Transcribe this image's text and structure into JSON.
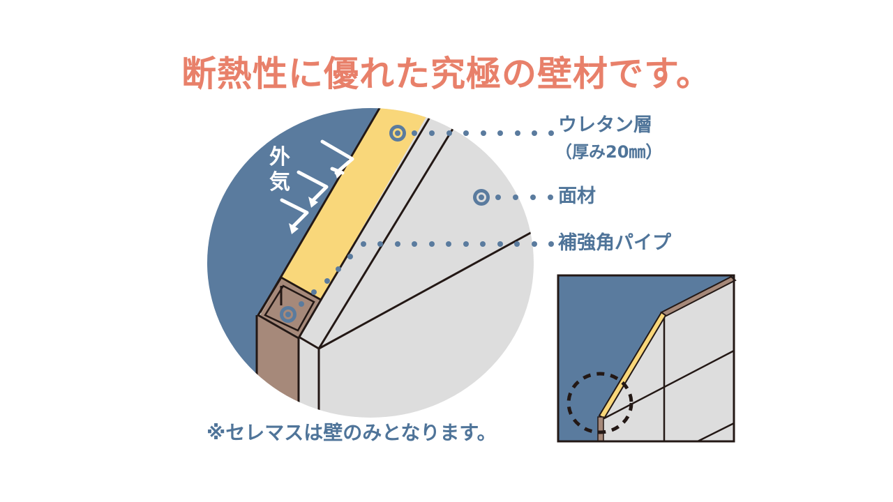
{
  "title": "断熱性に優れた究極の壁材です。",
  "diagram": {
    "outside_air_label": "外気",
    "callouts": [
      {
        "label": "ウレタン層",
        "sublabel": "（厚み20㎜）",
        "target": "urethane-layer"
      },
      {
        "label": "面材",
        "target": "facing-material"
      },
      {
        "label": "補強角パイプ",
        "target": "reinforcing-square-pipe"
      }
    ],
    "footnote": "※セレマスは壁のみとなります。",
    "colors": {
      "title": "#E8806A",
      "outside": "#5A7B9E",
      "urethane": "#F9D77A",
      "facing": "#DDDDDD",
      "pipe": "#A6897A",
      "callout": "#5A7B9E",
      "outline": "#231815"
    }
  }
}
